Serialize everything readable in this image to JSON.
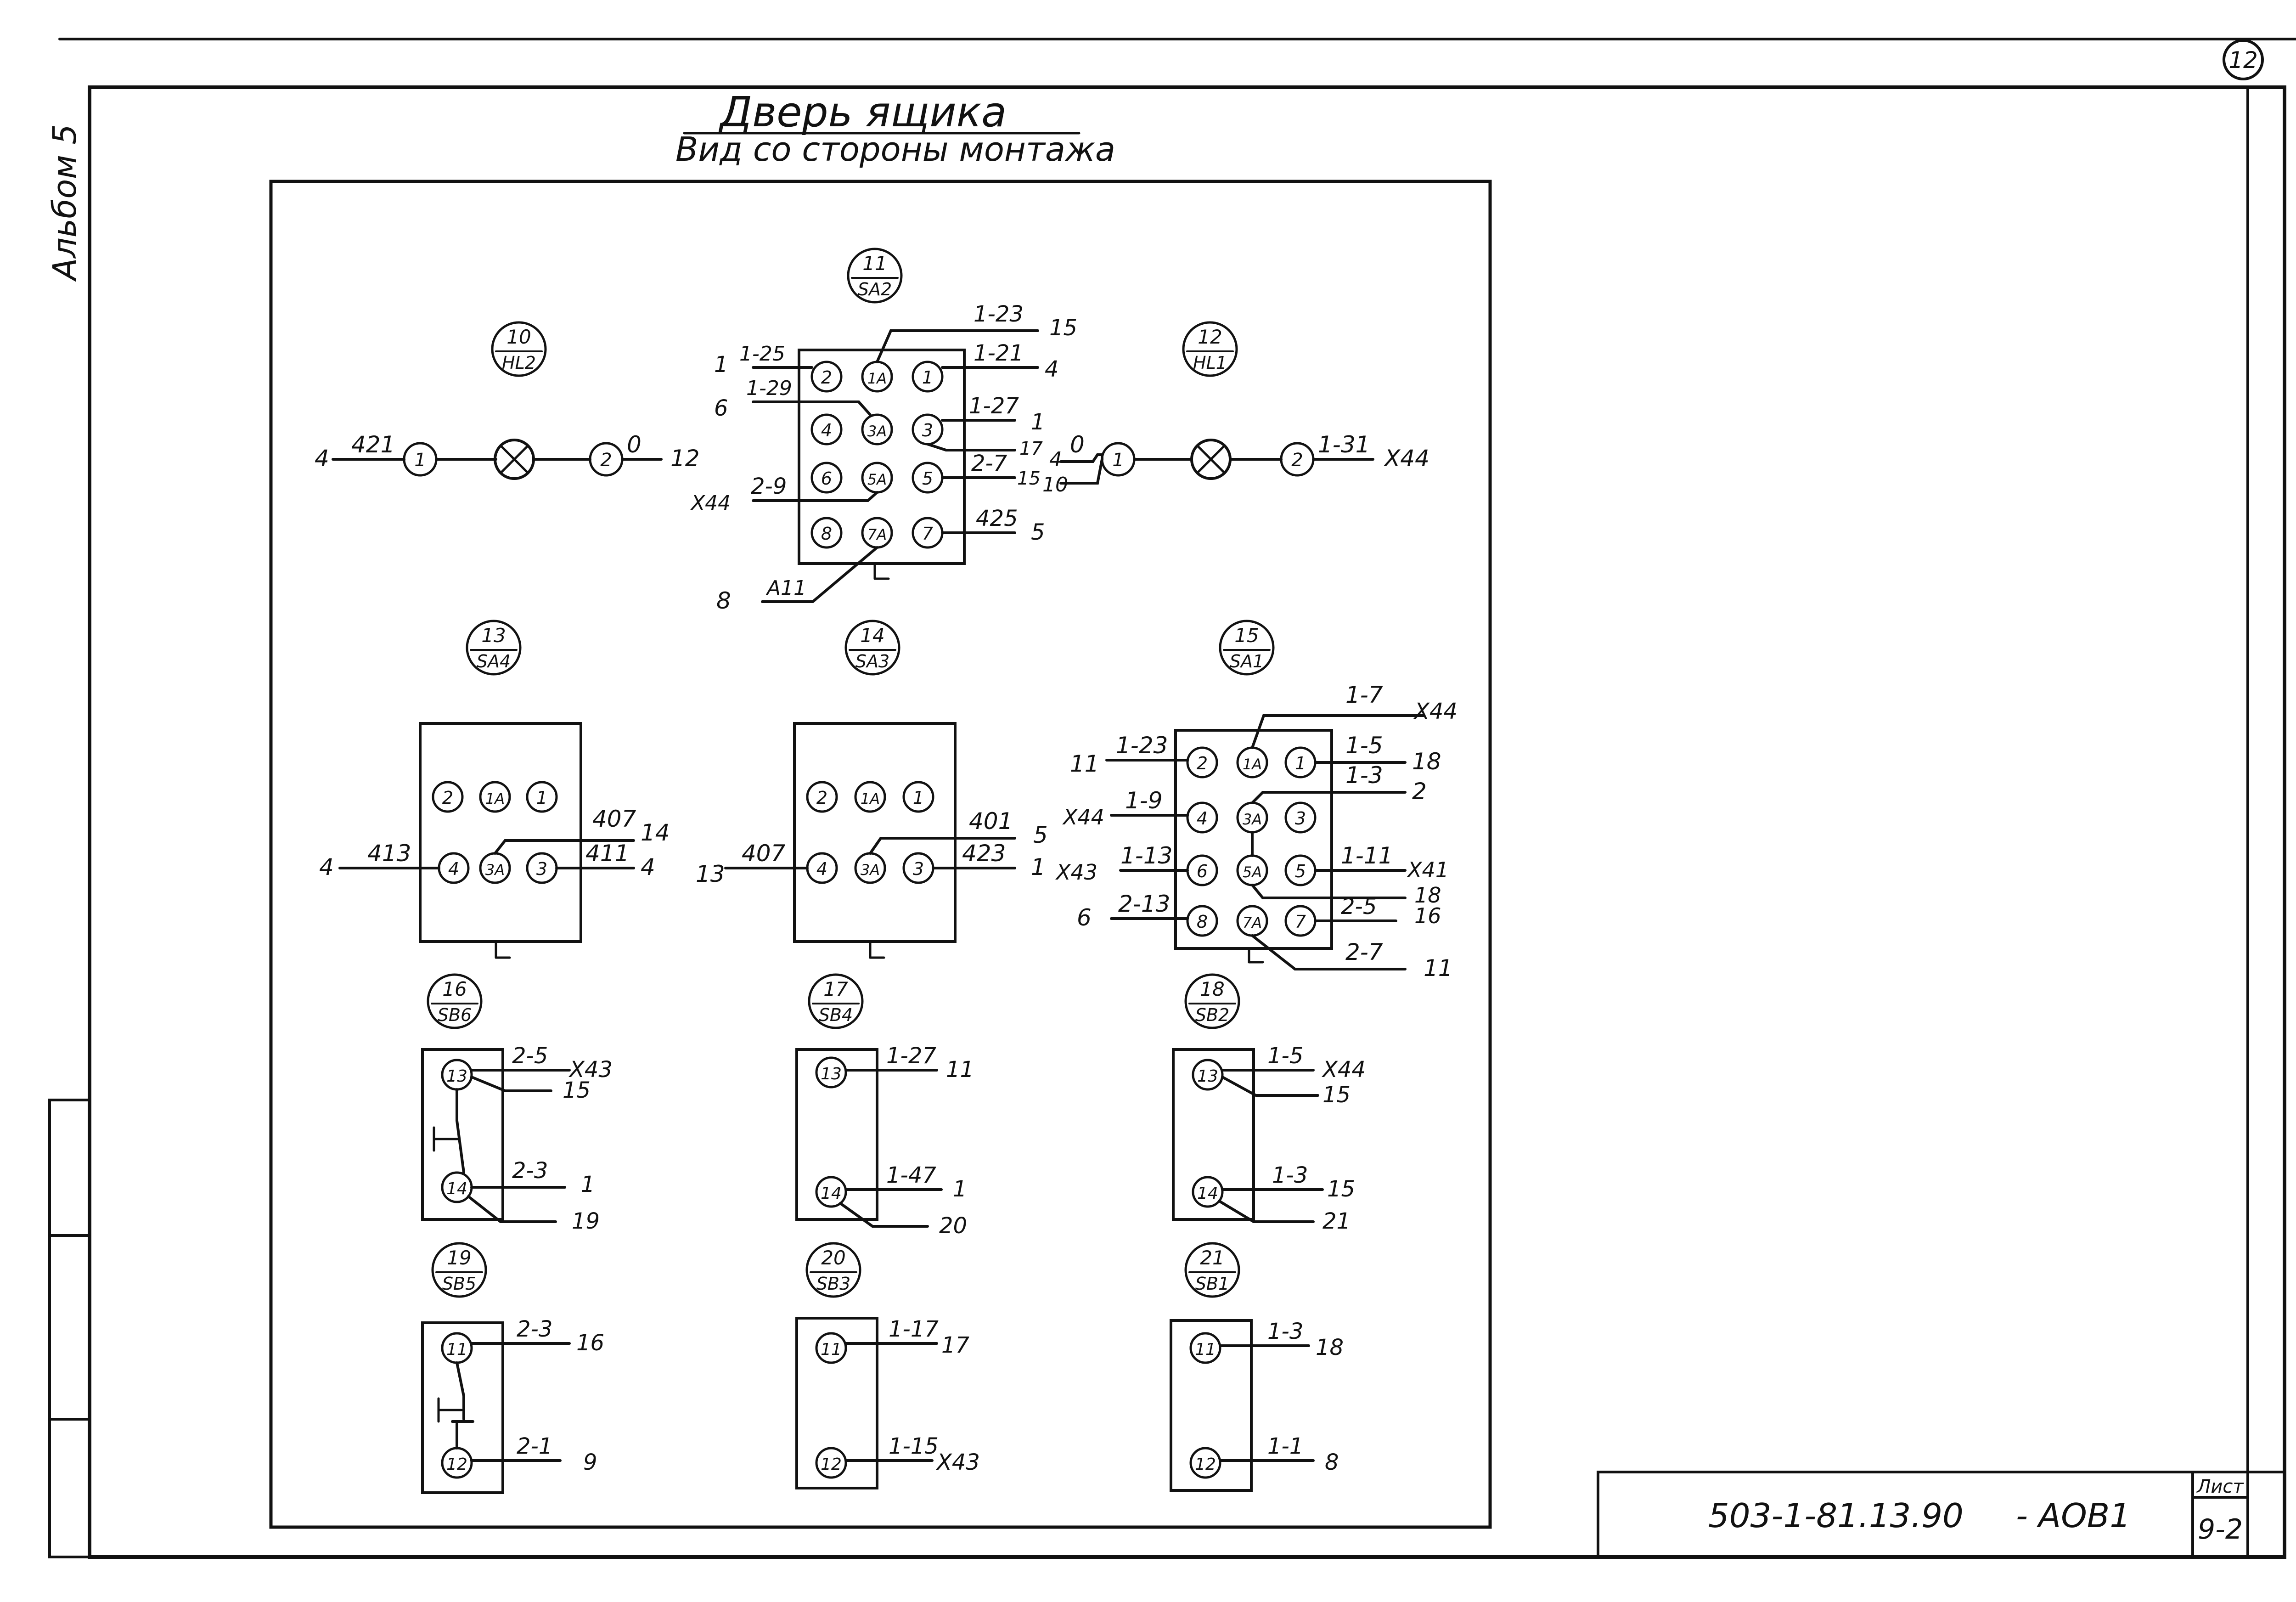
{
  "sheet": {
    "number": "12",
    "album": "Альбом 5",
    "title": "Дверь ящика",
    "subtitle": "Вид со стороны монтажа",
    "stamp": {
      "code": "503-1-81.13.90",
      "suffix": "- АОВ1",
      "sheet_label": "Лист",
      "sheet_no": "9-2"
    }
  },
  "lamps": [
    {
      "id": "hl2",
      "tag_top": "10",
      "tag_bottom": "HL2",
      "left_label": "4",
      "left_wire": "421",
      "t1": "1",
      "t2": "2",
      "right_wire": "0",
      "right_label": "12"
    },
    {
      "id": "hl1",
      "tag_top": "12",
      "tag_bottom": "HL1",
      "left_label_a": "4",
      "left_label_b": "10",
      "left_wire": "0",
      "t1": "1",
      "t2": "2",
      "right_wire": "1-31",
      "right_label": "X44"
    }
  ],
  "sa2": {
    "tag_top": "11",
    "tag_bottom": "SA2",
    "terminals": [
      "2",
      "1A",
      "1",
      "4",
      "3A",
      "3",
      "6",
      "5A",
      "5",
      "8",
      "7A",
      "7"
    ],
    "wires": [
      {
        "end": "15",
        "wire": "1-23"
      },
      {
        "end": "1",
        "wire": "1-25"
      },
      {
        "end": "4",
        "wire": "1-21"
      },
      {
        "end": "6",
        "wire": "1-29"
      },
      {
        "end": "1",
        "wire": "1-27"
      },
      {
        "end": "17",
        "wire": ""
      },
      {
        "end": "X44",
        "wire": "2-9"
      },
      {
        "end": "15",
        "wire": "2-7"
      },
      {
        "end": "5",
        "wire": "425"
      },
      {
        "end": "8",
        "wire": "А11"
      }
    ]
  },
  "sa4": {
    "tag_top": "13",
    "tag_bottom": "SA4",
    "terminals": [
      "2",
      "1A",
      "1",
      "4",
      "3A",
      "3"
    ],
    "wires": [
      {
        "end": "4",
        "wire": "413"
      },
      {
        "end": "14",
        "wire": "407"
      },
      {
        "end": "4",
        "wire": "411"
      }
    ]
  },
  "sa3": {
    "tag_top": "14",
    "tag_bottom": "SA3",
    "terminals": [
      "2",
      "1A",
      "1",
      "4",
      "3A",
      "3"
    ],
    "wires": [
      {
        "end": "13",
        "wire": "407"
      },
      {
        "end": "5",
        "wire": "401"
      },
      {
        "end": "1",
        "wire": "423"
      }
    ]
  },
  "sa1": {
    "tag_top": "15",
    "tag_bottom": "SA1",
    "terminals": [
      "2",
      "1A",
      "1",
      "4",
      "3A",
      "3",
      "6",
      "5A",
      "5",
      "8",
      "7A",
      "7"
    ],
    "wires": [
      {
        "end": "X44",
        "wire": "1-7"
      },
      {
        "end": "11",
        "wire": "1-23"
      },
      {
        "end": "18",
        "wire": "1-5"
      },
      {
        "end": "2",
        "wire": "1-3"
      },
      {
        "end": "X44",
        "wire": "1-9"
      },
      {
        "end": "X43",
        "wire": "1-13"
      },
      {
        "end": "X41",
        "wire": "1-11"
      },
      {
        "end": "18",
        "wire": ""
      },
      {
        "end": "6",
        "wire": "2-13"
      },
      {
        "end": "16",
        "wire": "2-5"
      },
      {
        "end": "11",
        "wire": "2-7"
      }
    ]
  },
  "buttons": [
    {
      "id": "sb6",
      "tag_top": "16",
      "tag_bottom": "SB6",
      "t_top": "13",
      "t_bot": "14",
      "w1": "2-5",
      "e1": "X43",
      "e2": "15",
      "w3": "2-3",
      "e3": "1",
      "e4": "19"
    },
    {
      "id": "sb4",
      "tag_top": "17",
      "tag_bottom": "SB4",
      "t_top": "13",
      "t_bot": "14",
      "w1": "1-27",
      "e1": "11",
      "w3": "1-47",
      "e3": "1",
      "e4": "20"
    },
    {
      "id": "sb2",
      "tag_top": "18",
      "tag_bottom": "SB2",
      "t_top": "13",
      "t_bot": "14",
      "w1": "1-5",
      "e1": "X44",
      "e2": "15",
      "w3": "1-3",
      "e3": "15",
      "e4": "21"
    },
    {
      "id": "sb5",
      "tag_top": "19",
      "tag_bottom": "SB5",
      "t_top": "11",
      "t_bot": "12",
      "w1": "2-3",
      "e1": "16",
      "w3": "2-1",
      "e3": "9"
    },
    {
      "id": "sb3",
      "tag_top": "20",
      "tag_bottom": "SB3",
      "t_top": "11",
      "t_bot": "12",
      "w1": "1-17",
      "e1": "17",
      "w3": "1-15",
      "e3": "X43"
    },
    {
      "id": "sb1",
      "tag_top": "21",
      "tag_bottom": "SB1",
      "t_top": "11",
      "t_bot": "12",
      "w1": "1-3",
      "e1": "18",
      "w3": "1-1",
      "e3": "8"
    }
  ]
}
